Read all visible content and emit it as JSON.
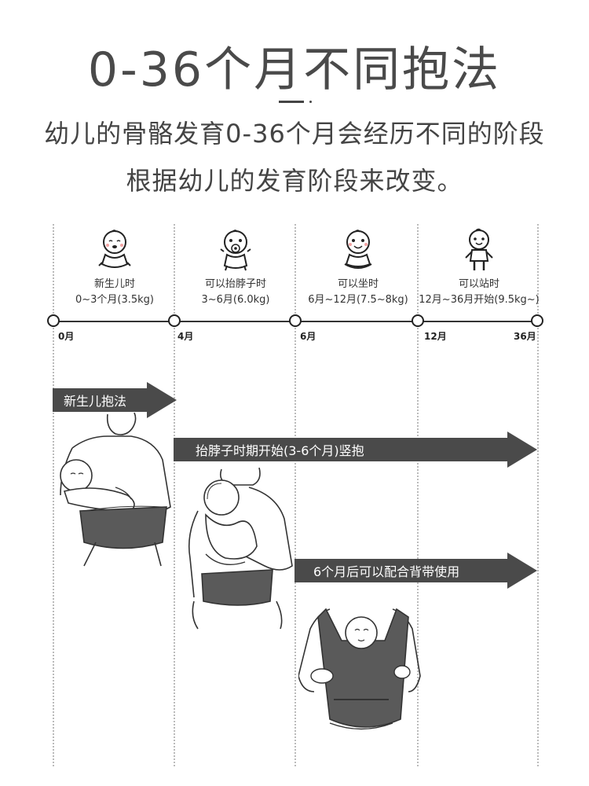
{
  "header": {
    "title": "0-36个月不同抱法",
    "subtitle_line1": "幼儿的骨骼发育0-36个月会经历不同的阶段",
    "subtitle_line2": "根据幼儿的发育阶段来改变。"
  },
  "timeline": {
    "ticks": [
      "0月",
      "4月",
      "6月",
      "12月",
      "36月"
    ],
    "stages": [
      {
        "label": "新生儿时",
        "range": "0~3个月(3.5kg)",
        "icon": "newborn-baby-icon"
      },
      {
        "label": "可以抬脖子时",
        "range": "3~6月(6.0kg)",
        "icon": "baby-with-pacifier-icon"
      },
      {
        "label": "可以坐时",
        "range": "6月~12月(7.5~8kg)",
        "icon": "sitting-baby-icon"
      },
      {
        "label": "可以站时",
        "range": "12月~36月开始(9.5kg~)",
        "icon": "standing-baby-icon"
      }
    ]
  },
  "methods": [
    {
      "label": "新生儿抱法",
      "illustration": "newborn-cradle-hold-illustration"
    },
    {
      "label": "抬脖子时期开始(3-6个月)竖抱",
      "illustration": "upright-hold-illustration"
    },
    {
      "label": "6个月后可以配合背带使用",
      "illustration": "baby-carrier-illustration"
    }
  ],
  "colors": {
    "arrow": "#4a4a4a",
    "text": "#444444",
    "carrier": "#5a5a5a"
  }
}
